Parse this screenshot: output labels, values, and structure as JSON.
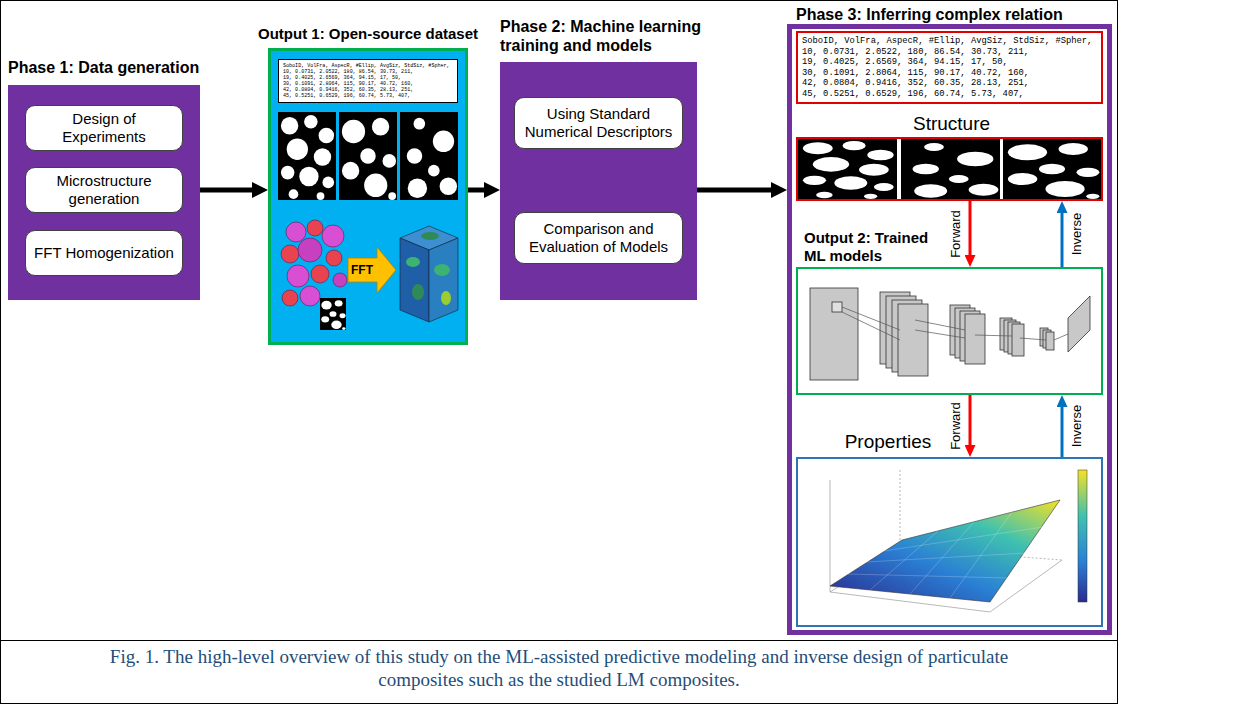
{
  "diagram": {
    "caption": "Fig. 1. The high-level overview of this study on the ML-assisted predictive modeling and inverse design of particulate composites such as the studied LM composites.",
    "nodes": [
      {
        "text": [
          "Phase 1: Data generation"
        ]
      },
      {
        "text": [
          "Design of Experiments"
        ],
        "in": 0
      },
      {
        "text": [
          "Microstructure generation"
        ],
        "in": 0
      },
      {
        "text": [
          "FFT Homogenization"
        ],
        "in": 0
      },
      {
        "text": [
          "Output 1: Open-source dataset"
        ]
      },
      {
        "text": [
          "SoboID, VolFra, AspecR, #Ellip, AvgSiz, StdSiz, #Spher,",
          "10, 0.0731, 2.0522, 180, 86.54, 30.73, 211,",
          "19, 0.4025, 2.6569, 364, 94.15, 17, 50,",
          "30, 0.1091, 2.8064, 115, 90.17, 40.72, 160,",
          "42, 0.0804, 0.9416, 352, 60.35, 28.13, 251,",
          "45, 0.5251, 0.6529, 196, 60.74, 5.73, 407,"
        ],
        "in": 4
      },
      {
        "text": [
          "Phase 2: Machine learning training and models"
        ]
      },
      {
        "text": [
          "Using Standard Numerical Descriptors"
        ],
        "in": 6
      },
      {
        "text": [
          "Comparison and Evaluation of Models"
        ],
        "in": 6
      },
      {
        "text": [
          "Phase 3: Inferring complex relation"
        ]
      },
      {
        "text": [
          "SoboID, VolFra, AspecR, #Ellip, AvgSiz, StdSiz, #Spher,",
          "10, 0.0731, 2.0522, 180, 86.54, 30.73, 211,",
          "19, 0.4025, 2.6569, 364, 94.15, 17, 50,",
          "30, 0.1091, 2.8064, 115, 90.17, 40.72, 160,",
          "42, 0.0804, 0.9416, 352, 60.35, 28.13, 251,",
          "45, 0.5251, 0.6529, 196, 60.74, 5.73, 407,"
        ],
        "in": 9
      },
      {
        "text": [
          "Structure"
        ],
        "in": 9
      },
      {
        "text": [
          "Output 2: Trained ML models"
        ],
        "in": 9
      },
      {
        "text": [
          "Properties"
        ],
        "in": 9
      }
    ],
    "edges": [
      {
        "from": 0,
        "to": 4,
        "arrow": "to"
      },
      {
        "from": 4,
        "to": 6,
        "arrow": "to"
      },
      {
        "from": 6,
        "to": 9,
        "arrow": "to"
      },
      {
        "from": 11,
        "to": 12,
        "label": "Forward",
        "arrow": "to"
      },
      {
        "from": 12,
        "to": 13,
        "label": "Forward",
        "arrow": "to"
      },
      {
        "from": 12,
        "to": 11,
        "label": "Inverse",
        "arrow": "to"
      },
      {
        "from": 13,
        "to": 12,
        "label": "Inverse",
        "arrow": "to"
      }
    ],
    "labels": [
      "FFT"
    ]
  }
}
